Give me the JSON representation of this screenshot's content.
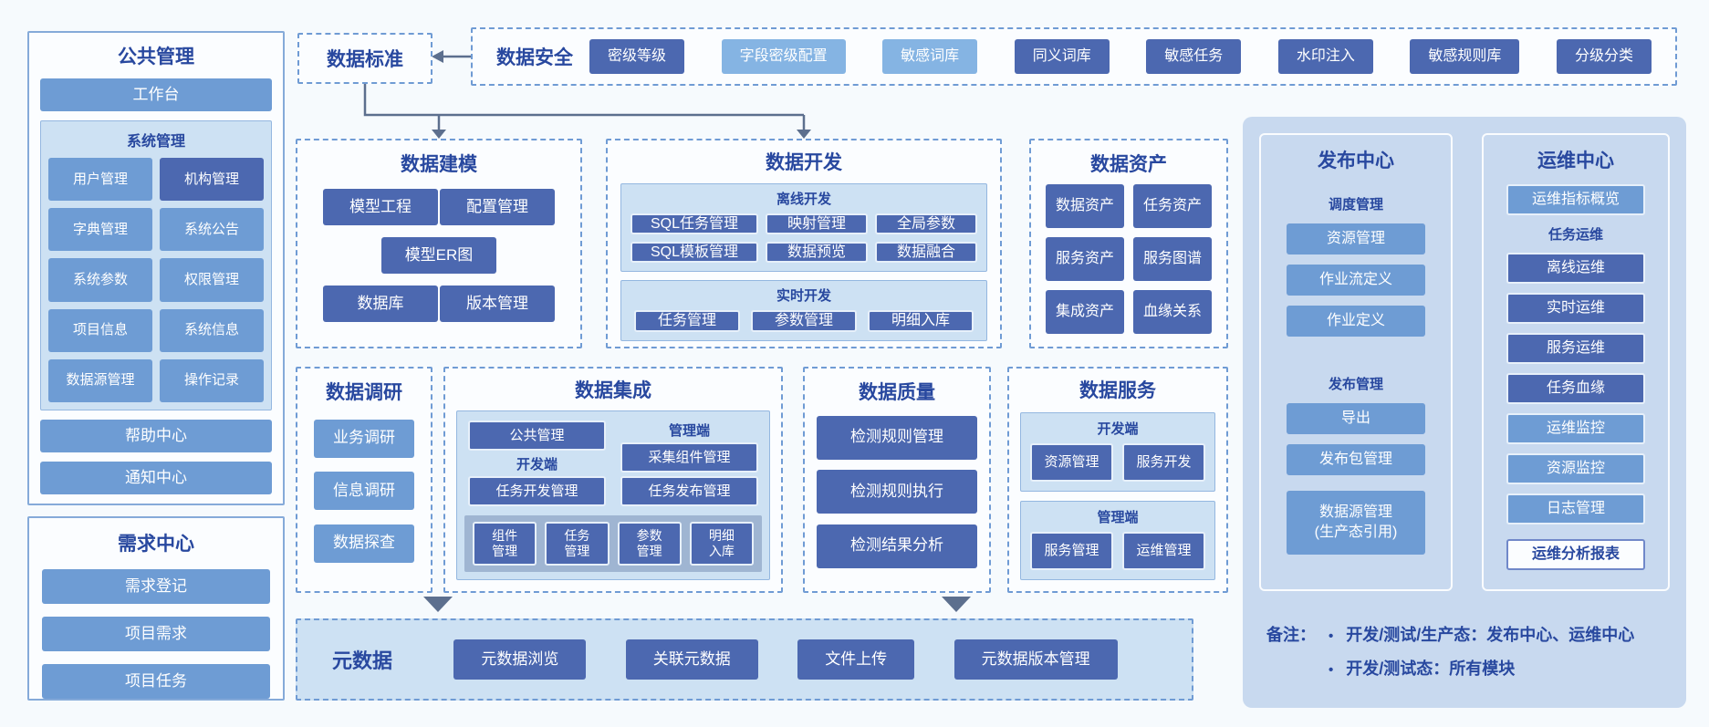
{
  "colors": {
    "page_bg": "#f6fafd",
    "right_panel_bg": "#c8d9ef",
    "subpanel_bg": "#cde1f3",
    "strip_bg": "#9fb5d2",
    "dashed_border": "#6f9bd4",
    "btn_dark": "#4c68b0",
    "btn_medium": "#6e9cd4",
    "btn_light": "#85b4e3",
    "title_text": "#28489f",
    "arrow": "#5c6f8e"
  },
  "public_mgmt": {
    "title": "公共管理",
    "workbench": "工作台",
    "system_mgmt": {
      "title": "系统管理",
      "items": [
        "用户管理",
        "机构管理",
        "字典管理",
        "系统公告",
        "系统参数",
        "权限管理",
        "项目信息",
        "系统信息",
        "数据源管理",
        "操作记录"
      ]
    },
    "help_center": "帮助中心",
    "notify_center": "通知中心"
  },
  "demand_center": {
    "title": "需求中心",
    "items": [
      "需求登记",
      "项目需求",
      "项目任务"
    ]
  },
  "data_standard": {
    "title": "数据标准"
  },
  "data_security": {
    "title": "数据安全",
    "items": [
      "密级等级",
      "字段密级配置",
      "敏感词库",
      "同义词库",
      "敏感任务",
      "水印注入",
      "敏感规则库",
      "分级分类"
    ]
  },
  "data_modeling": {
    "title": "数据建模",
    "items": [
      "模型工程",
      "配置管理",
      "模型ER图",
      "数据库",
      "版本管理"
    ]
  },
  "data_dev": {
    "title": "数据开发",
    "offline": {
      "title": "离线开发",
      "items": [
        "SQL任务管理",
        "映射管理",
        "全局参数",
        "SQL模板管理",
        "数据预览",
        "数据融合"
      ]
    },
    "realtime": {
      "title": "实时开发",
      "items": [
        "任务管理",
        "参数管理",
        "明细入库"
      ]
    }
  },
  "data_assets": {
    "title": "数据资产",
    "items": [
      "数据资产",
      "任务资产",
      "服务资产",
      "服务图谱",
      "集成资产",
      "血缘关系"
    ]
  },
  "data_research": {
    "title": "数据调研",
    "items": [
      "业务调研",
      "信息调研",
      "数据探查"
    ]
  },
  "data_integration": {
    "title": "数据集成",
    "public_mgmt": "公共管理",
    "mgmt_label": "管理端",
    "collector_mgmt": "采集组件管理",
    "dev_label": "开发端",
    "task_dev_mgmt": "任务开发管理",
    "task_release_mgmt": "任务发布管理",
    "strip_items": [
      "组件管理",
      "任务管理",
      "参数管理",
      "明细入库"
    ]
  },
  "data_quality": {
    "title": "数据质量",
    "items": [
      "检测规则管理",
      "检测规则执行",
      "检测结果分析"
    ]
  },
  "data_service": {
    "title": "数据服务",
    "dev": {
      "title": "开发端",
      "items": [
        "资源管理",
        "服务开发"
      ]
    },
    "mgmt": {
      "title": "管理端",
      "items": [
        "服务管理",
        "运维管理"
      ]
    }
  },
  "metadata": {
    "title": "元数据",
    "items": [
      "元数据浏览",
      "关联元数据",
      "文件上传",
      "元数据版本管理"
    ]
  },
  "release_center": {
    "title": "发布中心",
    "scheduling": {
      "title": "调度管理",
      "items": [
        "资源管理",
        "作业流定义",
        "作业定义"
      ]
    },
    "publishing": {
      "title": "发布管理",
      "items": [
        "导出",
        "发布包管理"
      ]
    },
    "datasource": {
      "line1": "数据源管理",
      "line2": "(生产态引用)"
    }
  },
  "ops_center": {
    "title": "运维中心",
    "overview": "运维指标概览",
    "task_ops": {
      "title": "任务运维",
      "items": [
        "离线运维",
        "实时运维",
        "服务运维",
        "任务血缘"
      ]
    },
    "monitors": [
      "运维监控",
      "资源监控",
      "日志管理"
    ],
    "report": "运维分析报表"
  },
  "notes": {
    "prefix": "备注：",
    "bullets": [
      "开发/测试/生产态：发布中心、运维中心",
      "开发/测试态：所有模块"
    ]
  }
}
